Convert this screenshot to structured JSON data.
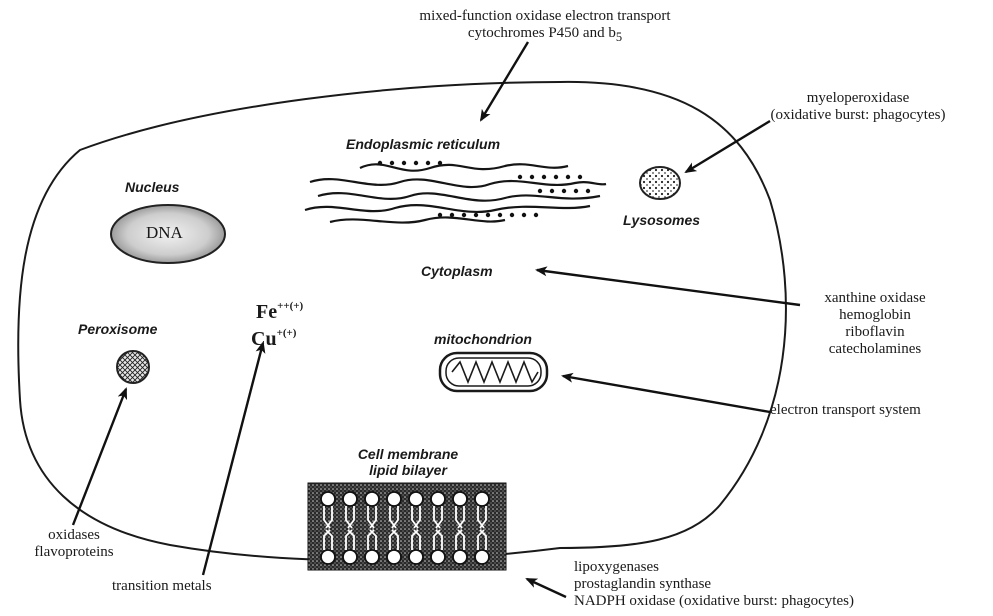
{
  "top_label": {
    "line1": "mixed-function oxidase electron transport",
    "line2_main": "cytochromes P450 and b",
    "line2_sub": "5"
  },
  "organelles": {
    "nucleus": "Nucleus",
    "dna": "DNA",
    "er": "Endoplasmic reticulum",
    "lysosomes": "Lysosomes",
    "cytoplasm": "Cytoplasm",
    "peroxisome": "Peroxisome",
    "mitochondrion": "mitochondrion",
    "membrane_line1": "Cell membrane",
    "membrane_line2": "lipid bilayer"
  },
  "metals": {
    "fe": "Fe",
    "fe_sup": "++(+)",
    "cu": "Cu",
    "cu_sup": "+(+)"
  },
  "sources": {
    "lysosomes": [
      "myeloperoxidase",
      "(oxidative burst: phagocytes)"
    ],
    "cytoplasm": [
      "xanthine oxidase",
      "hemoglobin",
      "riboflavin",
      "catecholamines"
    ],
    "mitochondrion": [
      "electron transport system"
    ],
    "peroxisome": [
      "oxidases",
      "flavoproteins"
    ],
    "metals": [
      "transition metals"
    ],
    "membrane": [
      "lipoxygenases",
      "prostaglandin synthase",
      "NADPH oxidase (oxidative burst: phagocytes)"
    ]
  }
}
